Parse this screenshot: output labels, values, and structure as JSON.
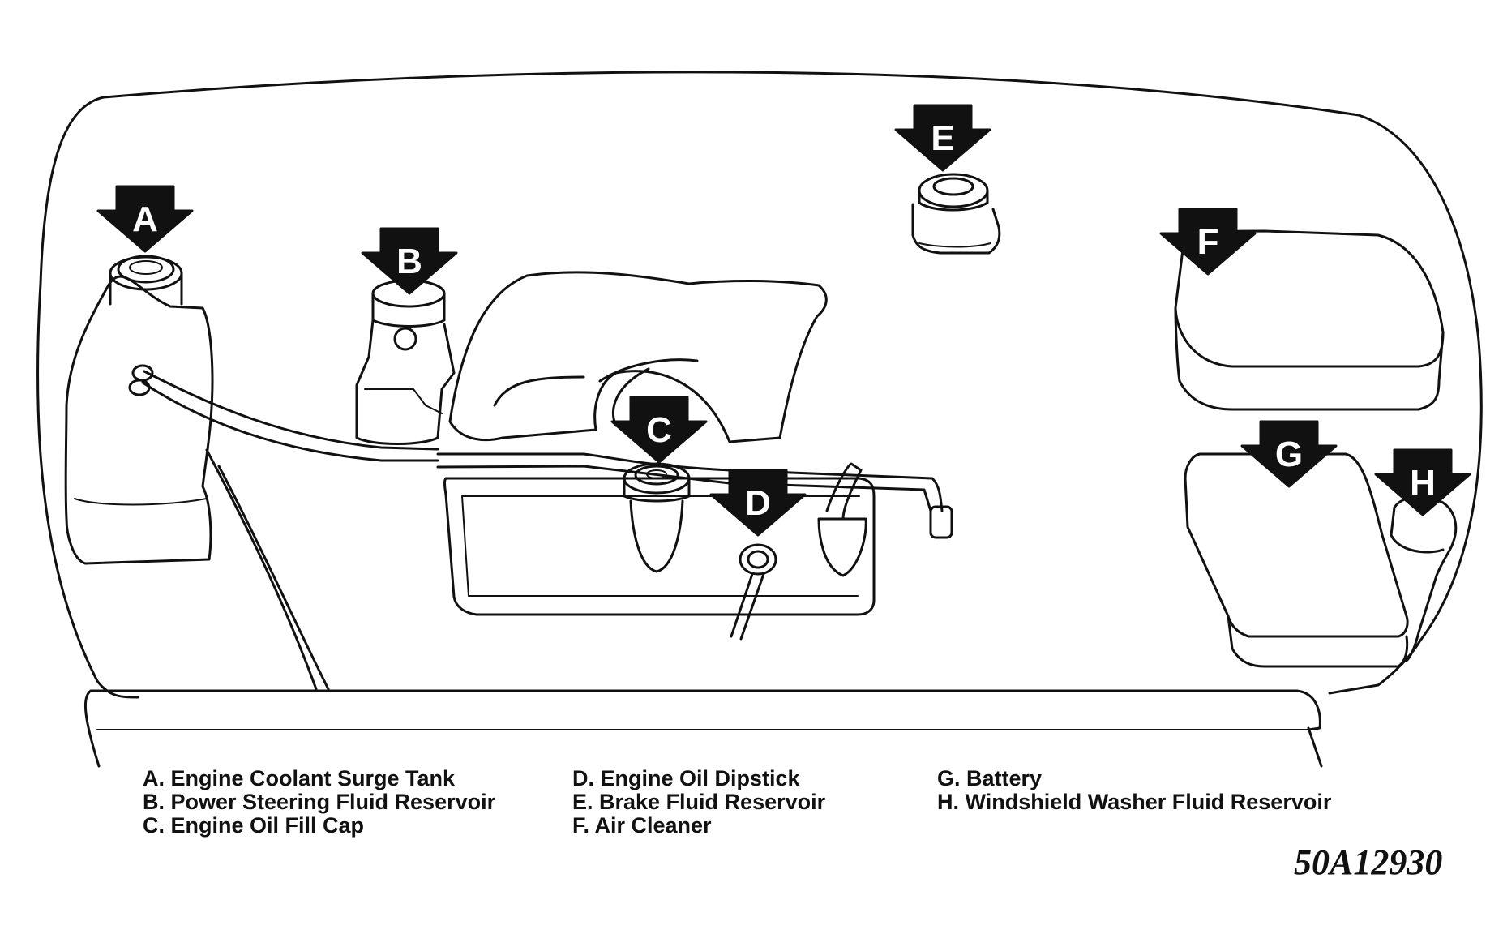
{
  "callouts": {
    "a": "A",
    "b": "B",
    "c": "C",
    "d": "D",
    "e": "E",
    "f": "F",
    "g": "G",
    "h": "H"
  },
  "legend": [
    "A. Engine Coolant Surge Tank",
    "B. Power Steering Fluid Reservoir",
    "C. Engine Oil Fill Cap",
    "D. Engine Oil Dipstick",
    "E. Brake Fluid Reservoir",
    "F. Air Cleaner",
    "G. Battery",
    "H. Windshield Washer Fluid Reservoir"
  ],
  "figure_code": "50A12930",
  "colors": {
    "line": "#111111",
    "arrow": "#111111",
    "background": "#ffffff"
  }
}
